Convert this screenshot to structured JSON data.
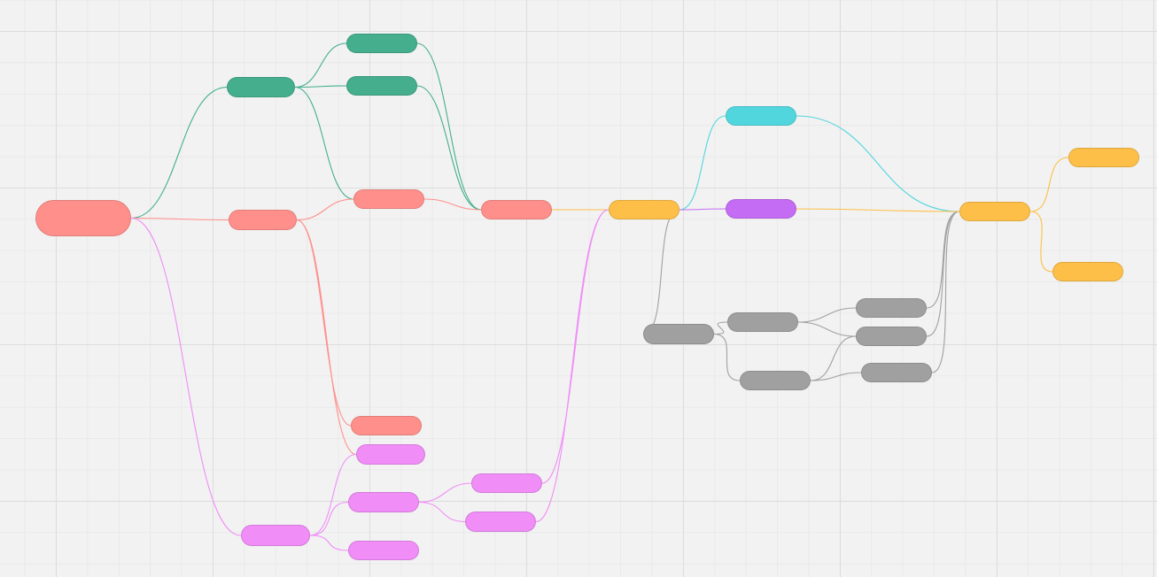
{
  "colors": {
    "red": "#ff8f8a",
    "teal": "#44ae8d",
    "pink": "#f08df7",
    "yellow": "#fdbf47",
    "cyan": "#51d6dd",
    "purple": "#c56cf4",
    "gray": "#a0a0a0"
  },
  "nodes": [
    {
      "id": "root",
      "name": "node-root",
      "color": "red",
      "label": ""
    },
    {
      "id": "teal1",
      "name": "node-teal-1",
      "color": "teal",
      "label": ""
    },
    {
      "id": "teal2",
      "name": "node-teal-2",
      "color": "teal",
      "label": ""
    },
    {
      "id": "teal3",
      "name": "node-teal-3",
      "color": "teal",
      "label": ""
    },
    {
      "id": "red1",
      "name": "node-red-1",
      "color": "red",
      "label": ""
    },
    {
      "id": "red2",
      "name": "node-red-2",
      "color": "red",
      "label": ""
    },
    {
      "id": "red3",
      "name": "node-red-3",
      "color": "red",
      "label": ""
    },
    {
      "id": "red4",
      "name": "node-red-4",
      "color": "red",
      "label": ""
    },
    {
      "id": "pink1",
      "name": "node-pink-1",
      "color": "pink",
      "label": ""
    },
    {
      "id": "pink2",
      "name": "node-pink-2",
      "color": "pink",
      "label": ""
    },
    {
      "id": "pink3",
      "name": "node-pink-3",
      "color": "pink",
      "label": ""
    },
    {
      "id": "pink4",
      "name": "node-pink-4",
      "color": "pink",
      "label": ""
    },
    {
      "id": "pink5",
      "name": "node-pink-5",
      "color": "pink",
      "label": ""
    },
    {
      "id": "pink6",
      "name": "node-pink-6",
      "color": "pink",
      "label": ""
    },
    {
      "id": "yel1",
      "name": "node-yellow-1",
      "color": "yellow",
      "label": ""
    },
    {
      "id": "cyan1",
      "name": "node-cyan-1",
      "color": "cyan",
      "label": ""
    },
    {
      "id": "purp1",
      "name": "node-purple-1",
      "color": "purple",
      "label": ""
    },
    {
      "id": "gray1",
      "name": "node-gray-1",
      "color": "gray",
      "label": ""
    },
    {
      "id": "gray2",
      "name": "node-gray-2",
      "color": "gray",
      "label": ""
    },
    {
      "id": "gray3",
      "name": "node-gray-3",
      "color": "gray",
      "label": ""
    },
    {
      "id": "gray4",
      "name": "node-gray-4",
      "color": "gray",
      "label": ""
    },
    {
      "id": "gray5",
      "name": "node-gray-5",
      "color": "gray",
      "label": ""
    },
    {
      "id": "gray6",
      "name": "node-gray-6",
      "color": "gray",
      "label": ""
    },
    {
      "id": "yel2",
      "name": "node-yellow-2",
      "color": "yellow",
      "label": ""
    },
    {
      "id": "yel3",
      "name": "node-yellow-3",
      "color": "yellow",
      "label": ""
    },
    {
      "id": "yel4",
      "name": "node-yellow-4",
      "color": "yellow",
      "label": ""
    }
  ],
  "edges": [
    {
      "from": "root",
      "to": "teal1",
      "color": "teal"
    },
    {
      "from": "root",
      "to": "red1",
      "color": "red"
    },
    {
      "from": "root",
      "to": "pink1",
      "color": "pink"
    },
    {
      "from": "teal1",
      "to": "teal2",
      "color": "teal"
    },
    {
      "from": "teal1",
      "to": "teal3",
      "color": "teal"
    },
    {
      "from": "teal1",
      "to": "red2",
      "color": "teal"
    },
    {
      "from": "teal2",
      "to": "red3",
      "color": "teal"
    },
    {
      "from": "teal3",
      "to": "red3",
      "color": "teal"
    },
    {
      "from": "red1",
      "to": "red2",
      "color": "red"
    },
    {
      "from": "red1",
      "to": "red4",
      "color": "red"
    },
    {
      "from": "red1",
      "to": "pink2",
      "color": "red"
    },
    {
      "from": "red2",
      "to": "red3",
      "color": "red"
    },
    {
      "from": "red3",
      "to": "yel1",
      "color": "yellow"
    },
    {
      "from": "pink1",
      "to": "pink2",
      "color": "pink"
    },
    {
      "from": "pink1",
      "to": "pink3",
      "color": "pink"
    },
    {
      "from": "pink1",
      "to": "pink6",
      "color": "pink"
    },
    {
      "from": "pink3",
      "to": "pink4",
      "color": "pink"
    },
    {
      "from": "pink3",
      "to": "pink5",
      "color": "pink"
    },
    {
      "from": "pink4",
      "to": "yel1",
      "color": "pink"
    },
    {
      "from": "pink5",
      "to": "yel1",
      "color": "pink"
    },
    {
      "from": "yel1",
      "to": "cyan1",
      "color": "cyan"
    },
    {
      "from": "yel1",
      "to": "purp1",
      "color": "purple"
    },
    {
      "from": "yel1",
      "to": "gray1",
      "color": "gray"
    },
    {
      "from": "gray1",
      "to": "gray2",
      "color": "gray"
    },
    {
      "from": "gray1",
      "to": "gray3",
      "color": "gray"
    },
    {
      "from": "gray2",
      "to": "gray4",
      "color": "gray"
    },
    {
      "from": "gray2",
      "to": "gray5",
      "color": "gray"
    },
    {
      "from": "gray3",
      "to": "gray5",
      "color": "gray"
    },
    {
      "from": "gray3",
      "to": "gray6",
      "color": "gray"
    },
    {
      "from": "gray4",
      "to": "yel2",
      "color": "gray"
    },
    {
      "from": "gray5",
      "to": "yel2",
      "color": "gray"
    },
    {
      "from": "gray6",
      "to": "yel2",
      "color": "gray"
    },
    {
      "from": "cyan1",
      "to": "yel2",
      "color": "cyan"
    },
    {
      "from": "purp1",
      "to": "yel2",
      "color": "yellow"
    },
    {
      "from": "yel2",
      "to": "yel3",
      "color": "yellow"
    },
    {
      "from": "yel2",
      "to": "yel4",
      "color": "yellow"
    }
  ]
}
